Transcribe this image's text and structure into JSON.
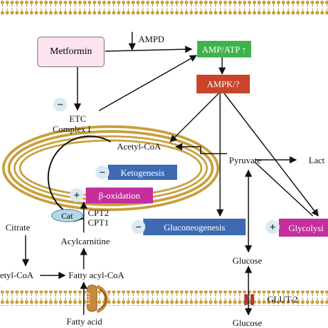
{
  "colors": {
    "metformin_fill": "#fbe4ef",
    "metformin_border": "#7e6e75",
    "amp_atp": "#3db34a",
    "ampk": "#c9442a",
    "blue_box": "#3e6ab3",
    "magenta_box": "#c42f9d",
    "cat_fill": "#b3d9e8",
    "membrane": "#c99f3c",
    "sign_fill": "#dbe9f3"
  },
  "labels": {
    "metformin": "Metformin",
    "ampd": "AMPD",
    "amp_atp": "AMP/ATP ↑",
    "ampk": "AMPK/?",
    "etc": "ETC",
    "complex_i": "Complex I",
    "acetyl_coa": "Acetyl-CoA",
    "pyruvate": "Pyruvate",
    "lactate": "Lact",
    "ketogenesis": "Ketogenesis",
    "beta_oxidation": "β-oxidation",
    "cat": "Cat",
    "cpt2": "CPT2",
    "cpt1": "CPT1",
    "citrate": "Citrate",
    "acylcarnitine": "Acylcarnitine",
    "gluconeogenesis": "Gluconeogenesis",
    "glycolysis": "Glycolysi",
    "glucose_inner": "Glucose",
    "acetyl_coa_left": "etyl-CoA",
    "fatty_acyl_coa": "Fatty acyl-CoA",
    "fatp": "FATP",
    "glut2": "GLUT-2",
    "fatty_acid": "Fatty acid",
    "glucose_outer": "Glucose"
  },
  "signs": {
    "minus": "−",
    "plus": "+"
  }
}
